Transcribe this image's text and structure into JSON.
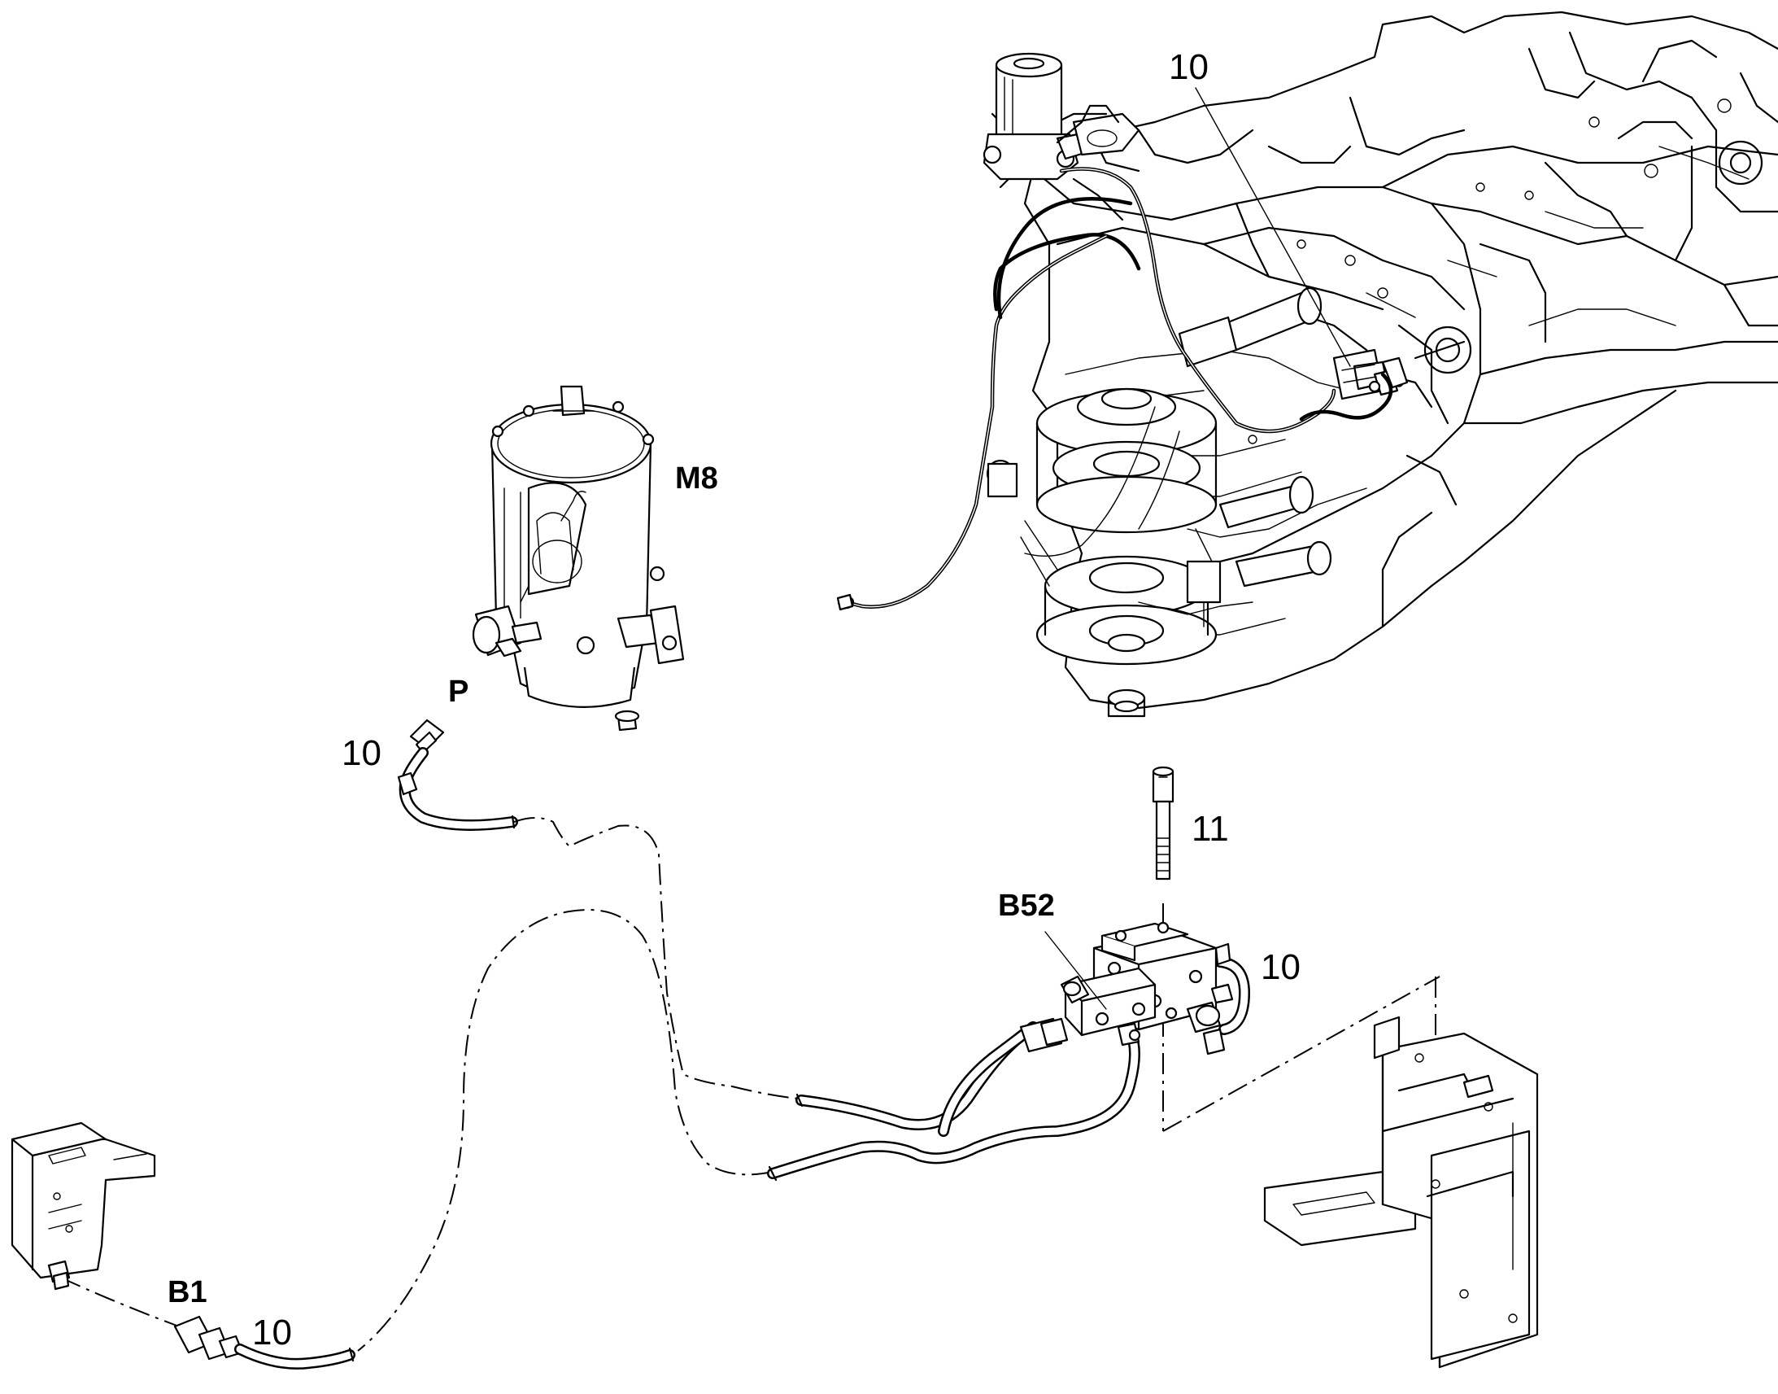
{
  "labels": {
    "top_callout": "10",
    "motor": "M8",
    "port": "P",
    "hose_top_callout": "10",
    "bolt_callout": "11",
    "block": "B52",
    "block_callout": "10",
    "sensor": "B1",
    "hose_bottom_callout": "10"
  }
}
